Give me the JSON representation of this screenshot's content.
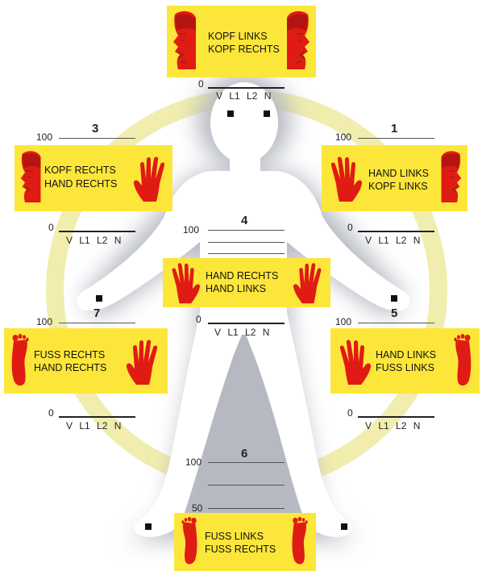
{
  "labels": {
    "top": [
      "KOPF LINKS",
      "KOPF RECHTS"
    ],
    "p1": [
      "HAND LINKS",
      "KOPF LINKS"
    ],
    "p3": [
      "KOPF RECHTS",
      "HAND RECHTS"
    ],
    "p4": [
      "HAND RECHTS",
      "HAND LINKS"
    ],
    "p5": [
      "HAND LINKS",
      "FUSS LINKS"
    ],
    "p7": [
      "FUSS RECHTS",
      "HAND RECHTS"
    ],
    "p6": [
      "FUSS LINKS",
      "FUSS RECHTS"
    ]
  },
  "numbers": {
    "n1": "1",
    "n3": "3",
    "n4": "4",
    "n5": "5",
    "n6": "6",
    "n7": "7"
  },
  "scale": {
    "max": "100",
    "zero": "0",
    "mid": "50",
    "ticks": "V L1 L2 N"
  },
  "colors": {
    "box": "#fde63a",
    "icon": "#e01b14",
    "ring": "#eeeaa0",
    "silhouette": "#ffffff",
    "shadow": "#b9bcc4"
  }
}
